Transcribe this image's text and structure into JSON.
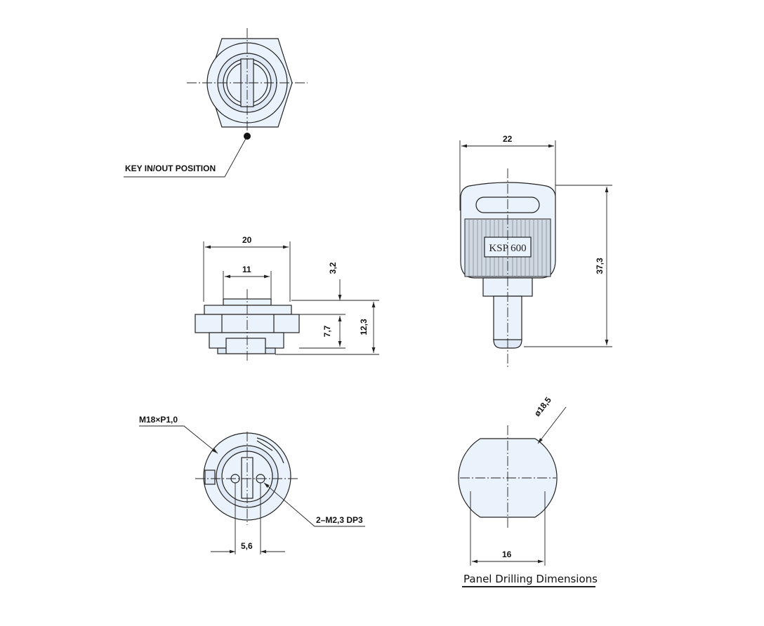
{
  "labels": {
    "key_in_out": "KEY IN/OUT POSITION",
    "dim_20": "20",
    "dim_11": "11",
    "dim_3_2": "3,2",
    "dim_7_7": "7,7",
    "dim_12_3": "12,3",
    "thread": "M18×P1,0",
    "holes": "2–M2,3 DP3",
    "dim_5_6": "5,6",
    "dim_22": "22",
    "dim_37_3": "37,3",
    "key_code": "KSP 600",
    "dia_18_5": "ø18,5",
    "dim_16": "16",
    "caption": "Panel Drilling Dimensions"
  },
  "colors": {
    "fill": "#eaf2fb",
    "line": "#222222"
  }
}
